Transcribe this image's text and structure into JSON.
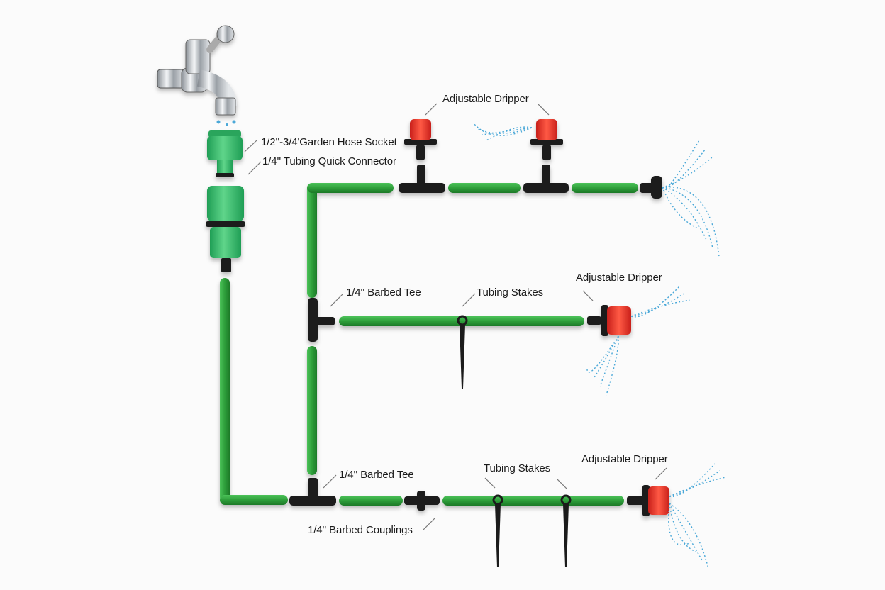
{
  "title": "Drip irrigation kit assembly diagram",
  "labels": {
    "hose_socket": "1/2''-3/4'Garden Hose Socket",
    "quick_connector": "1/4'' Tubing Quick Connector",
    "dripper_top_1": "Adjustable Dripper",
    "dripper_mid": "Adjustable Dripper",
    "dripper_bottom": "Adjustable Dripper",
    "tee_mid": "1/4'' Barbed Tee",
    "tee_bottom": "1/4'' Barbed Tee",
    "stakes_mid": "Tubing Stakes",
    "stakes_bottom": "Tubing Stakes",
    "couplings": "1/4'' Barbed Couplings"
  },
  "colors": {
    "tubing": "#2e9e3a",
    "tubing_dark": "#1d7a28",
    "fitting": "#1b1b1b",
    "dripper_red": "#e8302a",
    "connector_green": "#3dbb6a",
    "water": "#4aa8d8",
    "chrome": "#c9ced3",
    "leader": "#777777"
  }
}
